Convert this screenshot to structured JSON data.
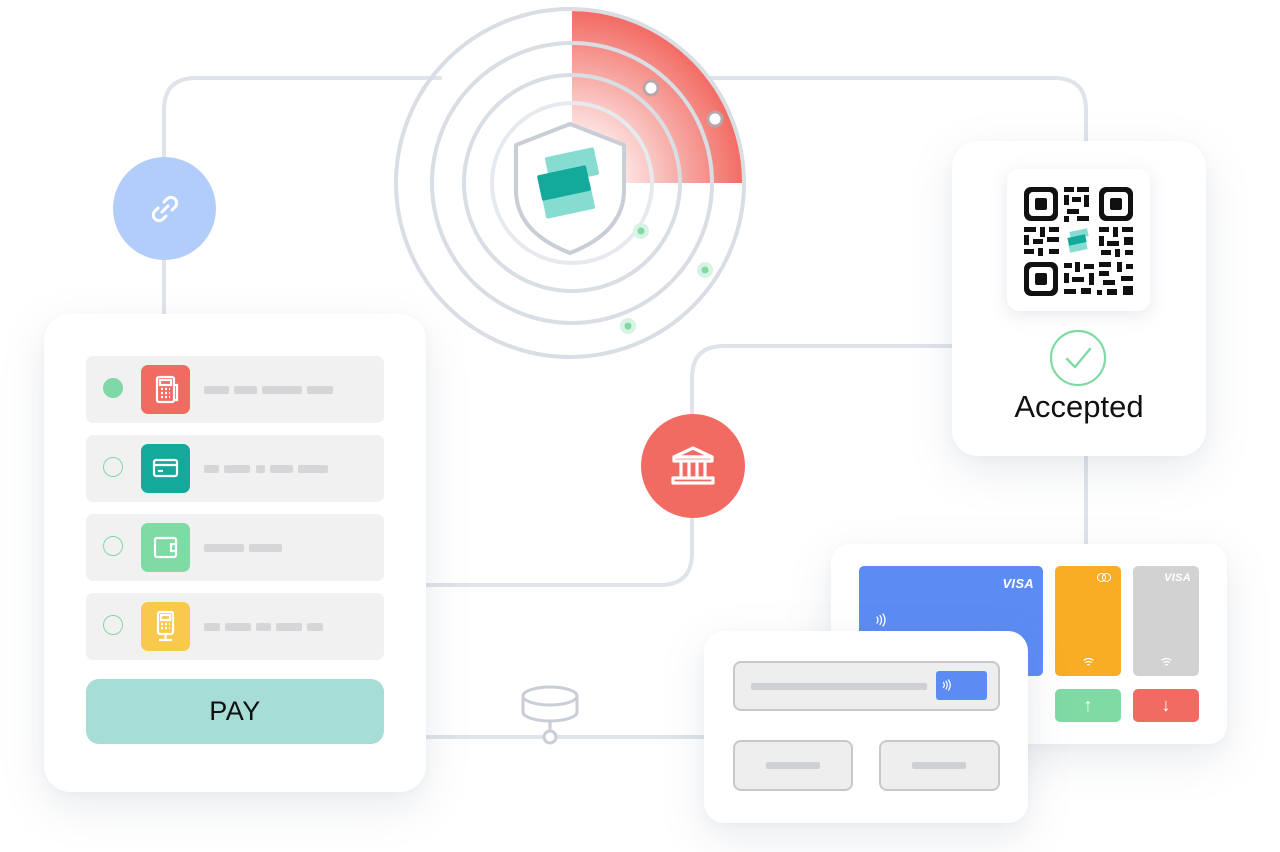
{
  "pay_button": {
    "label": "PAY"
  },
  "payment_methods": [
    {
      "icon": "pos-terminal-icon",
      "color": "#f26b63",
      "selected": true
    },
    {
      "icon": "credit-card-icon",
      "color": "#13a99b",
      "selected": false
    },
    {
      "icon": "wallet-icon",
      "color": "#7fdaa4",
      "selected": false
    },
    {
      "icon": "kiosk-icon",
      "color": "#f8c94d",
      "selected": false
    }
  ],
  "qr_status": {
    "label": "Accepted"
  },
  "bank_cards": [
    {
      "brand": "VISA",
      "color": "#5b8cf4"
    },
    {
      "brand": "",
      "color": "#f8ad25"
    },
    {
      "brand": "VISA",
      "color": "#d2d2d3"
    }
  ],
  "card_actions": [
    {
      "icon": "arrow-up-icon",
      "glyph": "↑",
      "color": "#7fdaa4"
    },
    {
      "icon": "arrow-down-icon",
      "glyph": "↓",
      "color": "#f26b63"
    }
  ],
  "icons": [
    "link-icon",
    "bank-icon",
    "shield-logo-icon",
    "database-icon",
    "qr-code-icon",
    "checkmark-icon",
    "contactless-icon"
  ],
  "colors": {
    "accent_teal": "#13a99b",
    "accent_red": "#f26b63",
    "accent_green": "#7fdaa4",
    "accent_blue": "#5b8cf4",
    "link_circle": "#b3cdfa"
  }
}
